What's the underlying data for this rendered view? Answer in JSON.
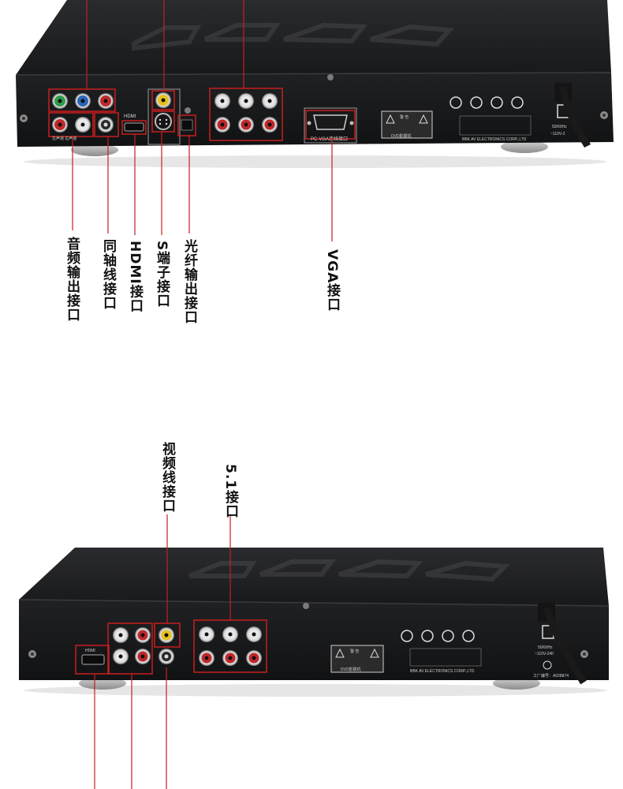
{
  "top_device": {
    "labels": {
      "audio_out": "音频输出接口",
      "coaxial": "同轴线接口",
      "hdmi": "HDMI接口",
      "s_video": "S端子接口",
      "optical": "光纤输出接口",
      "vga": "VGA接口"
    },
    "panel_text": {
      "hdmi": "HDMI",
      "vga": "PC-VGA连线接口",
      "power_rating": "50/60Hz",
      "voltage": "~110V-2",
      "warning_title": "警 告",
      "company": "BBK AV ELECTRONICS CORP.,LTD",
      "model": "DVD影碟机"
    }
  },
  "bottom_device": {
    "labels": {
      "video_cable": "视频线接口",
      "surround_51": "5.1接口"
    },
    "panel_text": {
      "hdmi": "HDMI",
      "power_rating": "50/60Hz",
      "voltage": "~110V-240",
      "serial": "工厂编号：A028874",
      "warning_title": "警 告",
      "company": "BBK AV ELECTRONICS CORP.,LTD",
      "model": "DVD影碟机"
    }
  },
  "colors": {
    "callout_line": "#c81e1e",
    "chassis": "#1c1d1f",
    "jack_red": "#c0282a",
    "jack_yellow": "#e6c21a",
    "jack_green": "#2e9a4a",
    "jack_blue": "#2a64b8"
  }
}
